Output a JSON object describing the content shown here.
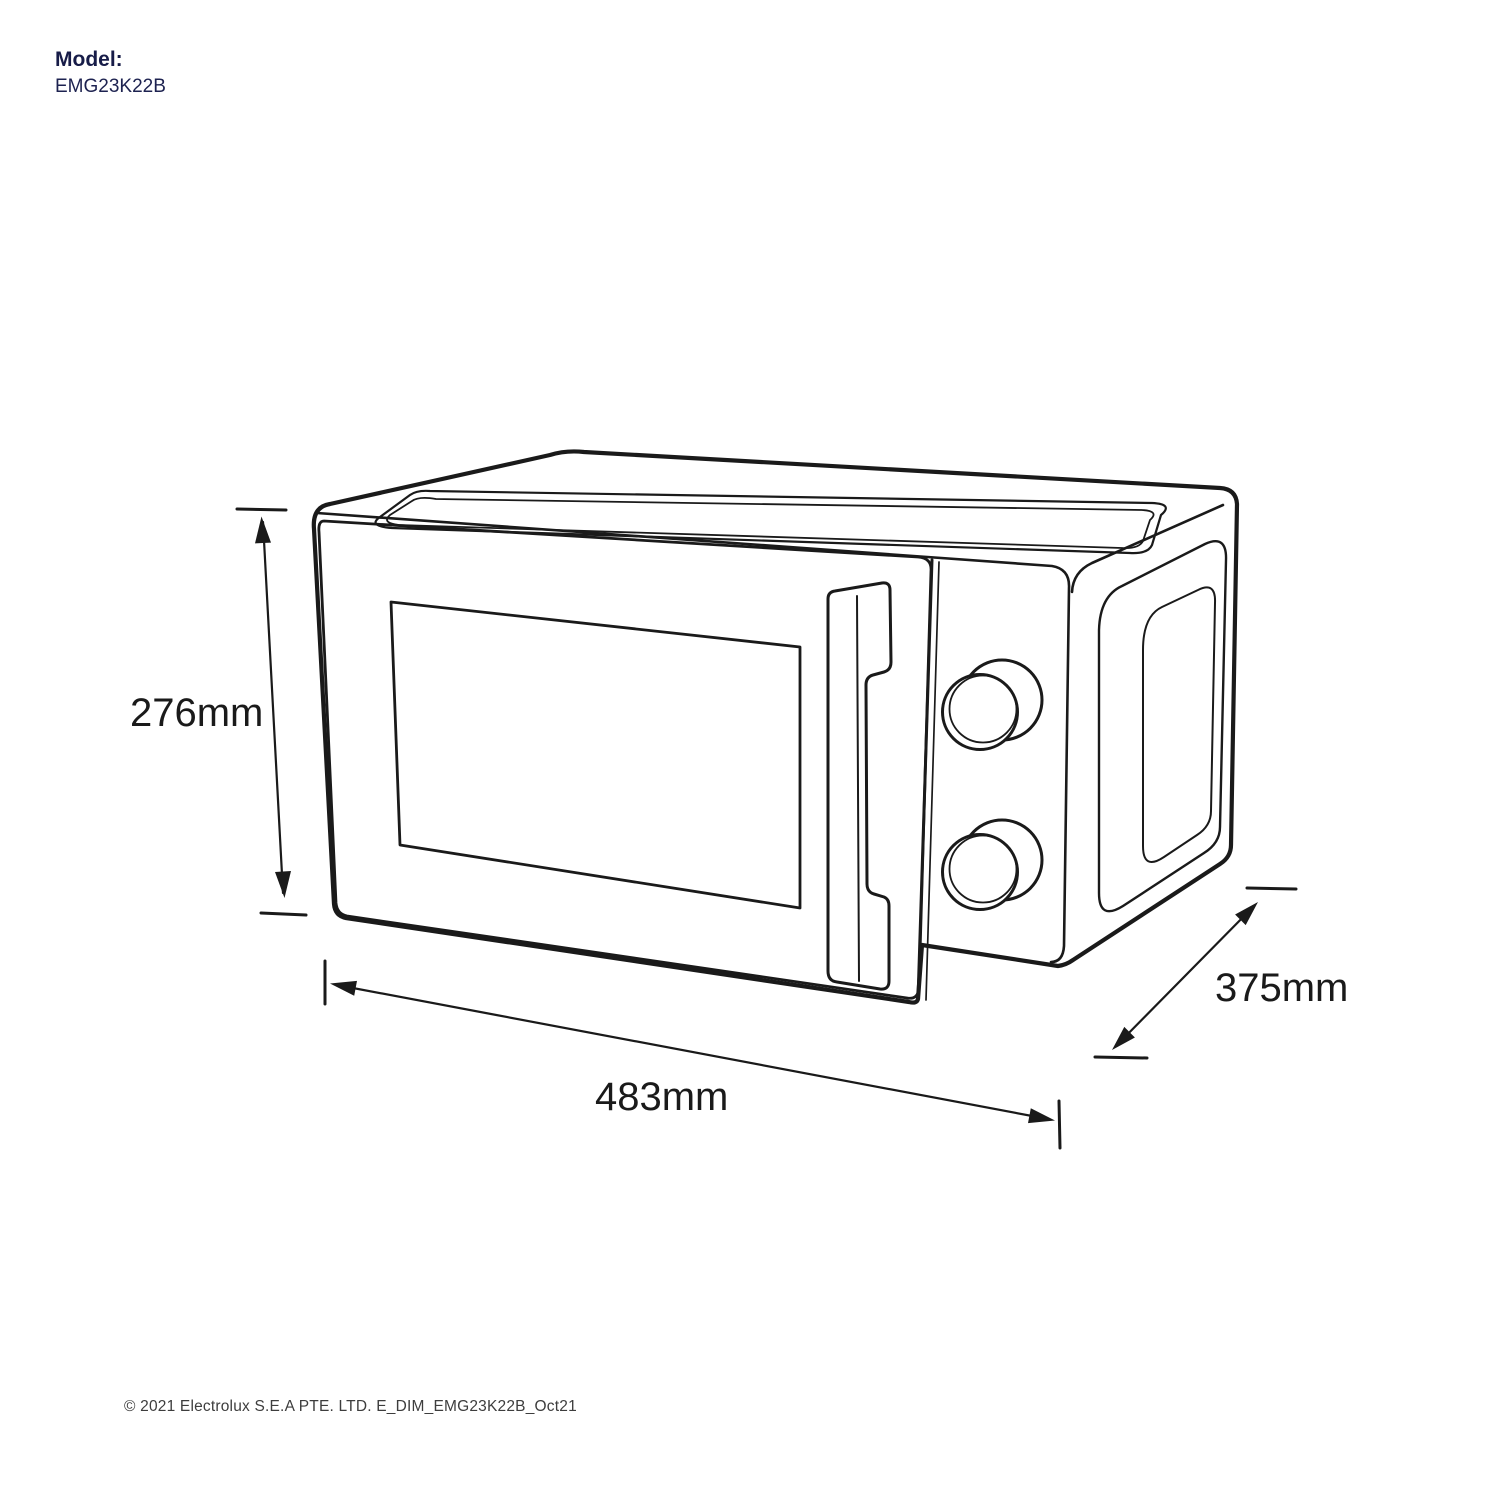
{
  "title": {
    "model_label": "Model:",
    "model_number": "EMG23K22B"
  },
  "diagram": {
    "product": "microwave oven, front-right perspective technical line drawing",
    "dimensions": {
      "height": "276mm",
      "width": "483mm",
      "depth": "375mm"
    }
  },
  "footer": {
    "copyright": "© 2021 Electrolux S.E.A PTE. LTD. E_DIM_EMG23K22B_Oct21"
  },
  "colors": {
    "brand_navy": "#171c48",
    "line": "#1a1a1a",
    "hatch": "#9a9a9a",
    "footer_text": "#3d3d3d",
    "background": "#ffffff"
  }
}
